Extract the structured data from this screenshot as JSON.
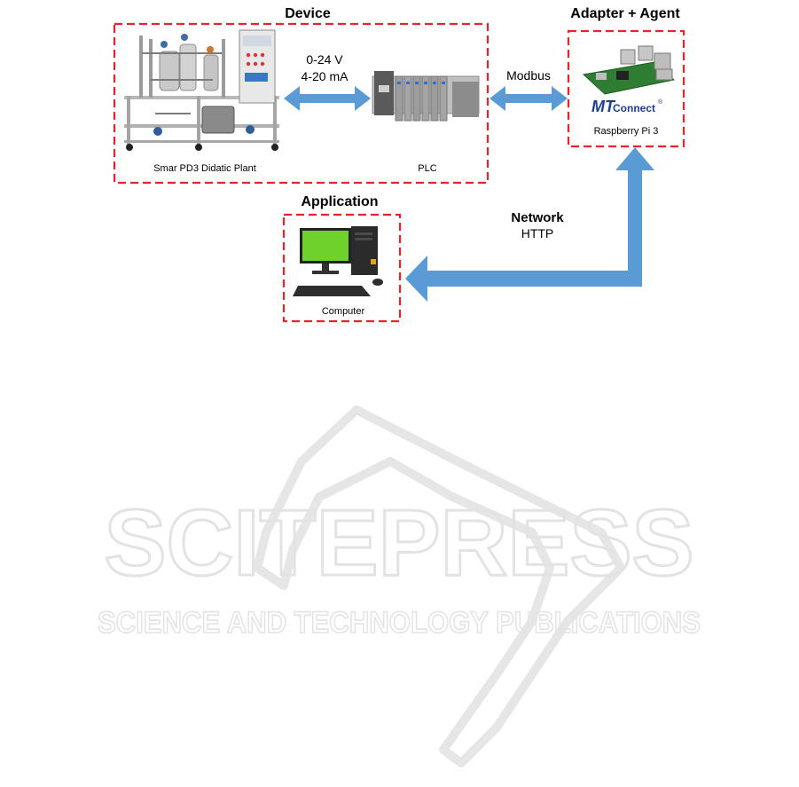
{
  "groups": {
    "device": {
      "title": "Device",
      "plant_caption": "Smar PD3 Didatic Plant",
      "plc_caption": "PLC"
    },
    "adapter": {
      "title": "Adapter + Agent",
      "caption": "Raspberry Pi 3",
      "logo_text": "MTConnect",
      "logo_mt": "MT",
      "logo_connect": "Connect",
      "logo_mark": "®"
    },
    "application": {
      "title": "Application",
      "caption": "Computer"
    }
  },
  "links": {
    "plant_plc": {
      "line1": "0-24 V",
      "line2": "4-20 mA"
    },
    "plc_adapter": {
      "label": "Modbus"
    },
    "network": {
      "label": "Network",
      "protocol": "HTTP"
    }
  },
  "watermark": {
    "line1": "SCITEPRESS",
    "line2": "SCIENCE AND TECHNOLOGY PUBLICATIONS"
  },
  "colors": {
    "box_border": "#e8242b",
    "arrow": "#5b9bd5",
    "watermark": "#e6e6e6"
  }
}
